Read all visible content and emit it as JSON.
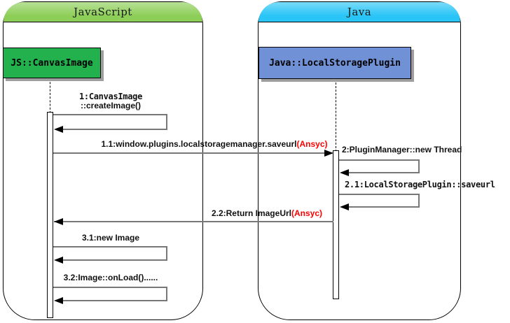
{
  "frames": {
    "javascript": {
      "title": "JavaScript"
    },
    "java": {
      "title": "Java"
    }
  },
  "objects": {
    "canvas_image": {
      "label": "JS::CanvasImage"
    },
    "local_storage_plugin": {
      "label": "Java::LocalStoragePlugin"
    }
  },
  "messages": {
    "m1": {
      "line1": "1:CanvasImage",
      "line2": "::createImage()"
    },
    "m1_1": {
      "label": "1.1:window.plugins.localstoragemanager.saveurl",
      "annotation": "(Ansyc)"
    },
    "m2": {
      "label": "2:PluginManager::new Thread"
    },
    "m2_1": {
      "label": "2.1:LocalStoragePlugin::saveurl"
    },
    "m2_2": {
      "label": "2.2:Return ImageUrl",
      "annotation": "(Ansyc)"
    },
    "m3_1": {
      "label": "3.1:new Image"
    },
    "m3_2": {
      "label": "3.2:Image::onLoad()......"
    }
  },
  "colors": {
    "js_header": "#8dce58",
    "java_header": "#29c5f6",
    "js_object": "#22b14c",
    "java_object": "#7191d6",
    "annotation": "#ff0000",
    "line": "#787878"
  }
}
